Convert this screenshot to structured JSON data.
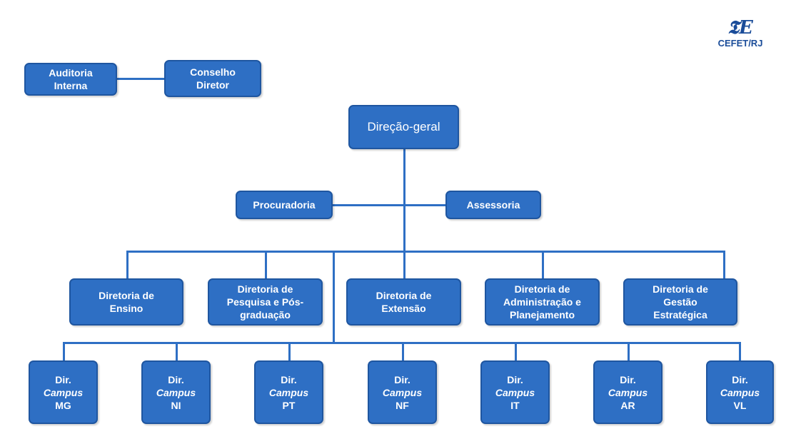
{
  "logo": {
    "text": "CEFET/RJ"
  },
  "nodes": {
    "auditoria": [
      "Auditoria",
      "Interna"
    ],
    "conselho": [
      "Conselho",
      "Diretor"
    ],
    "direcao": "Direção-geral",
    "procuradoria": "Procuradoria",
    "assessoria": "Assessoria",
    "ensino": [
      "Diretoria de",
      "Ensino"
    ],
    "pesquisa": [
      "Diretoria de",
      "Pesquisa e Pós-",
      "graduação"
    ],
    "extensao": [
      "Diretoria de",
      "Extensão"
    ],
    "administracao": [
      "Diretoria de",
      "Administração e",
      "Planejamento"
    ],
    "gestao": [
      "Diretoria de",
      "Gestão",
      "Estratégica"
    ],
    "campi": [
      {
        "dir": "Dir.",
        "campus": "Campus",
        "code": "MG"
      },
      {
        "dir": "Dir.",
        "campus": "Campus",
        "code": "NI"
      },
      {
        "dir": "Dir.",
        "campus": "Campus",
        "code": "PT"
      },
      {
        "dir": "Dir.",
        "campus": "Campus",
        "code": "NF"
      },
      {
        "dir": "Dir.",
        "campus": "Campus",
        "code": "IT"
      },
      {
        "dir": "Dir.",
        "campus": "Campus",
        "code": "AR"
      },
      {
        "dir": "Dir.",
        "campus": "Campus",
        "code": "VL"
      }
    ]
  }
}
